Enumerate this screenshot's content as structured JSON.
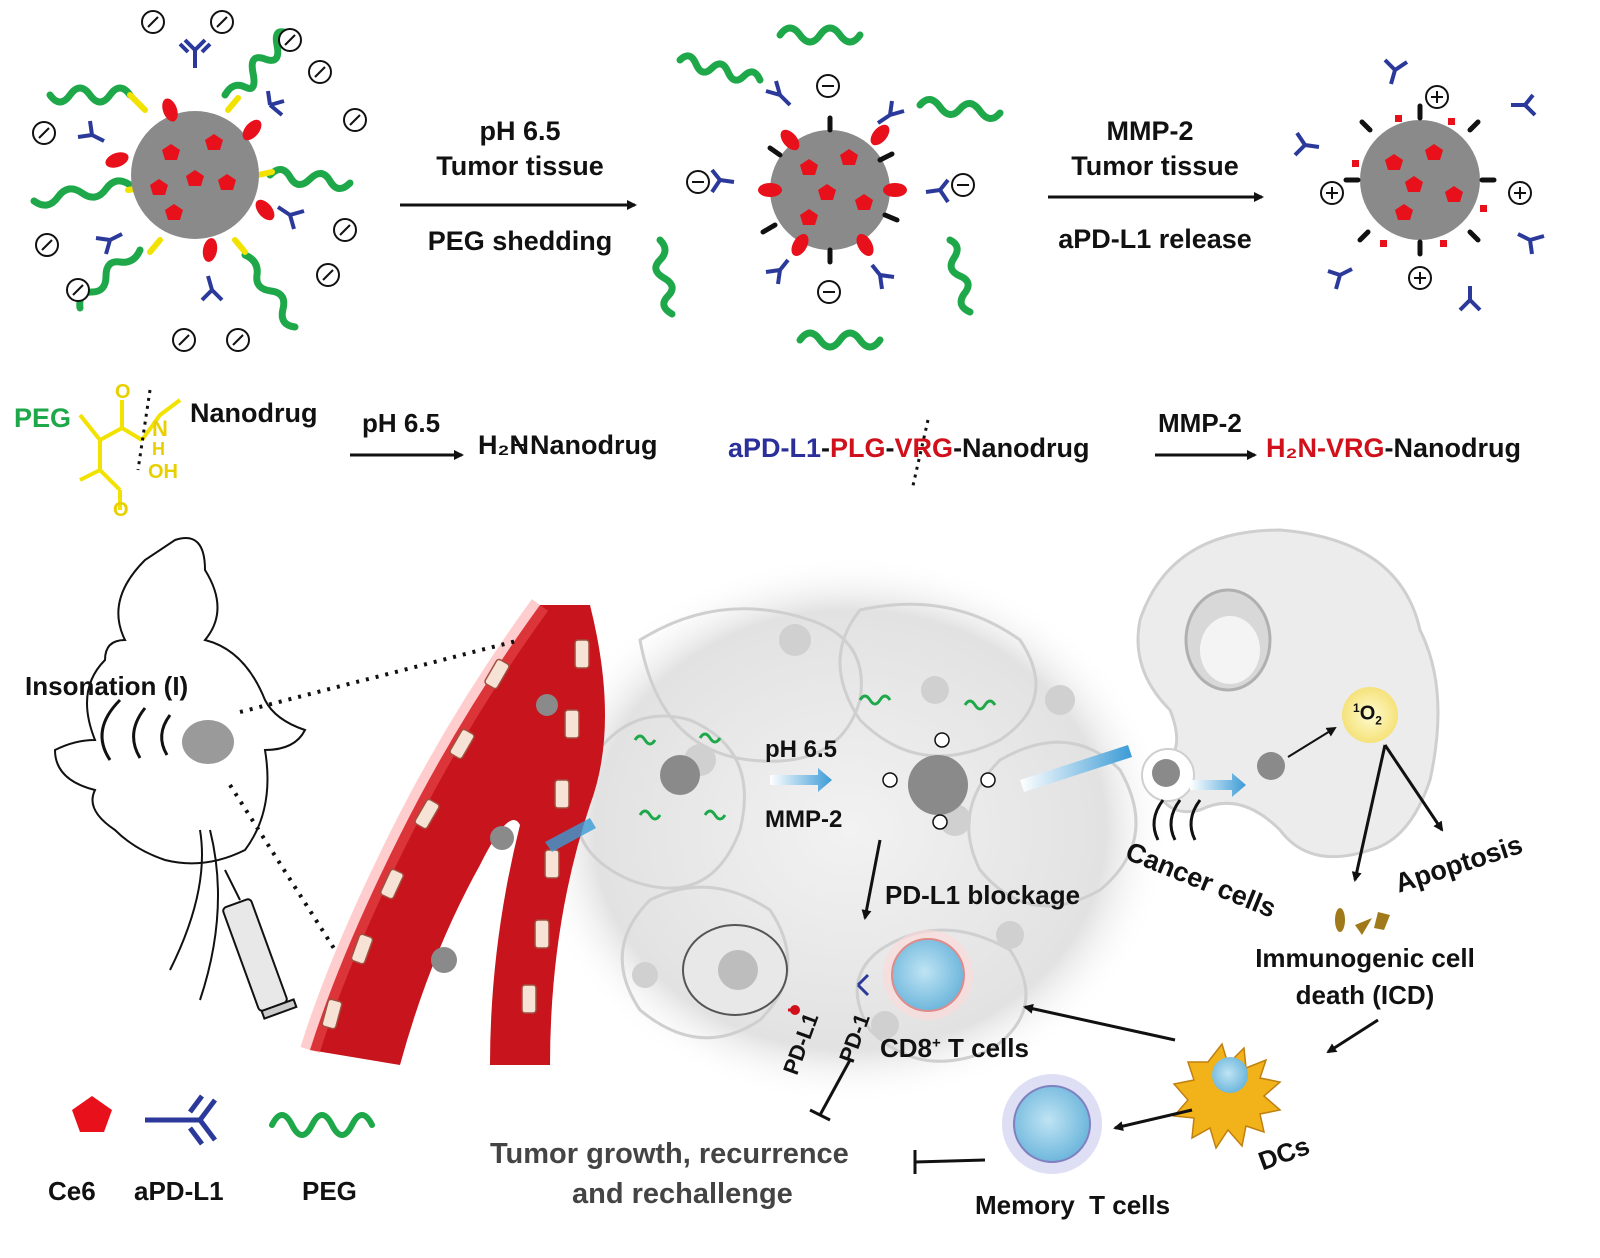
{
  "top": {
    "step1": {
      "line1": "pH 6.5",
      "line2": "Tumor tissue",
      "line3": "PEG shedding"
    },
    "step2": {
      "line1": "MMP-2",
      "line2": "Tumor tissue",
      "line3": "aPD-L1 release"
    }
  },
  "chem": {
    "peg": "PEG",
    "nanodrug": "Nanodrug",
    "n": "N",
    "h": "H",
    "o": "O",
    "oh": "OH",
    "ph": "pH 6.5",
    "h2n": "H₂N",
    "h2n_nanodrug": "Nanodrug",
    "apdl1": "aPD-L1",
    "dash1": "-",
    "plg": "PLG",
    "dash2": "-",
    "vrg": "VRG",
    "nanodrug2": "-Nanodrug",
    "mmp2": "MMP-2",
    "h2nvrg": "H₂N-VRG",
    "nanodrug3": "-Nanodrug"
  },
  "bottom": {
    "insonation": "Insonation (I)",
    "ph": "pH 6.5",
    "mmp2": "MMP-2",
    "cancer_cells": "Cancer cells",
    "singlet": "O",
    "singlet_sup": "1",
    "singlet_sub": "2",
    "apoptosis": "Apoptosis",
    "blockage": "PD-L1 blockage",
    "icd_line1": "Immunogenic cell",
    "icd_line2": "death (ICD)",
    "pdl1": "PD-L1",
    "pd1": "PD-1",
    "cd8": "CD8",
    "cd8_sup": "+",
    "cd8_rest": " T cells",
    "dcs": "DCs",
    "memory": "Memory  T cells",
    "tumor_line1": "Tumor growth, recurrence",
    "tumor_line2": "and rechallenge"
  },
  "legend": {
    "ce6": "Ce6",
    "apdl1": "aPD-L1",
    "peg": "PEG"
  },
  "colors": {
    "ce6": "#e8101a",
    "antibody": "#2b3a9a",
    "peg": "#1fa84a",
    "linker": "#f2e200",
    "core": "#8a8a8a",
    "vessel": "#c8141c",
    "tcell": "#8fcbe6",
    "dc": "#f2b21a"
  }
}
